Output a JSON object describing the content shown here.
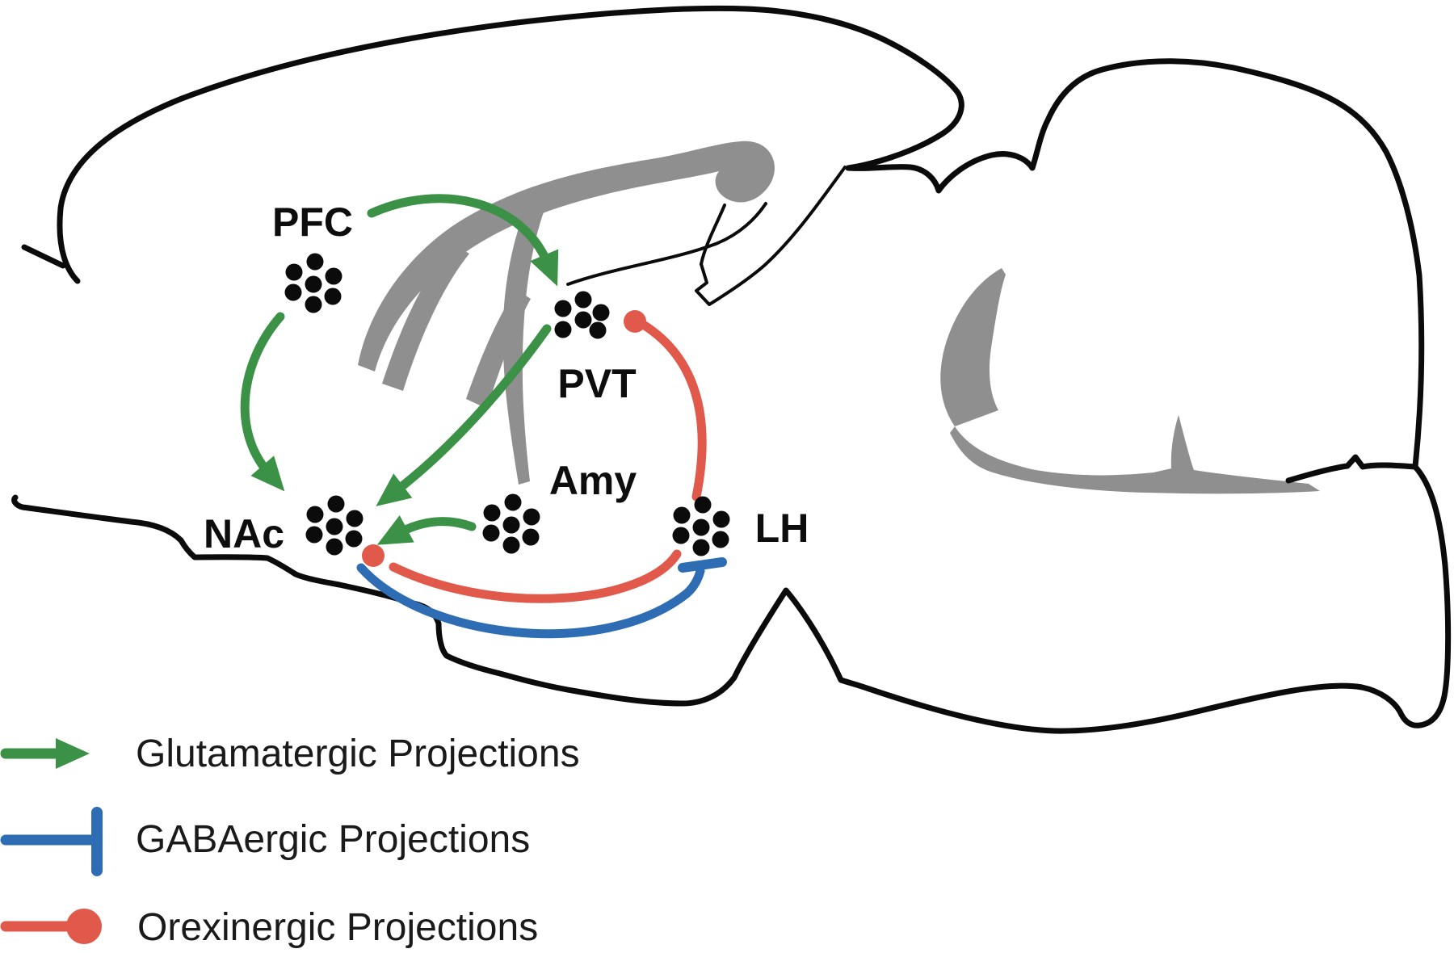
{
  "diagram": {
    "kind": "rodent-brain-sagittal-circuit",
    "nodes": [
      {
        "id": "pfc",
        "label": "PFC"
      },
      {
        "id": "pvt",
        "label": "PVT"
      },
      {
        "id": "nac",
        "label": "NAc"
      },
      {
        "id": "amy",
        "label": "Amy"
      },
      {
        "id": "lh",
        "label": "LH"
      }
    ],
    "projections": [
      {
        "from": "PFC",
        "to": "PVT",
        "type": "glutamatergic",
        "terminal": "arrowhead"
      },
      {
        "from": "PFC",
        "to": "NAc",
        "type": "glutamatergic",
        "terminal": "arrowhead"
      },
      {
        "from": "PVT",
        "to": "NAc",
        "type": "glutamatergic",
        "terminal": "arrowhead"
      },
      {
        "from": "Amy",
        "to": "NAc",
        "type": "glutamatergic",
        "terminal": "arrowhead"
      },
      {
        "from": "LH",
        "to": "PVT",
        "type": "orexinergic",
        "terminal": "round-dot"
      },
      {
        "from": "LH",
        "to": "NAc",
        "type": "orexinergic",
        "terminal": "round-dot"
      },
      {
        "from": "NAc",
        "to": "LH",
        "type": "gabaergic",
        "terminal": "t-bar"
      }
    ]
  },
  "legend": [
    {
      "type": "glutamatergic",
      "label": "Glutamatergic Projections"
    },
    {
      "type": "gabaergic",
      "label": "GABAergic Projections"
    },
    {
      "type": "orexinergic",
      "label": "Orexinergic Projections"
    }
  ],
  "colors": {
    "glutamatergic": "#3B9247",
    "gabaergic": "#2E6DB4",
    "orexinergic": "#E0594B",
    "structures": "#8F8F8F",
    "outline": "#0B0B0B",
    "text": "#1A1A1A"
  }
}
